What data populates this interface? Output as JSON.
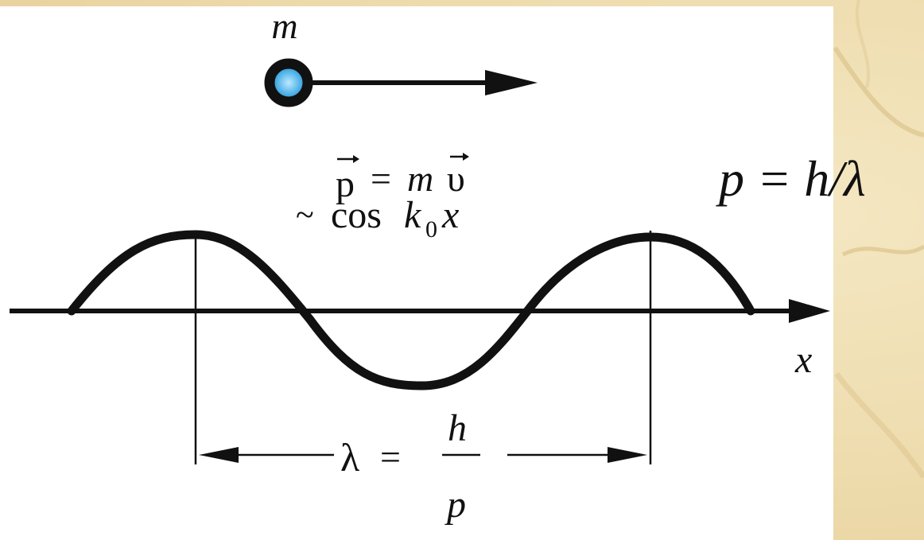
{
  "diagram": {
    "particle": {
      "mass_label": "m"
    },
    "momentum_label": {
      "p": "p",
      "eq": "=",
      "m": "m",
      "v": "υ"
    },
    "wave_label": {
      "tilde": "~",
      "cos": "cos",
      "k": "k",
      "sub": "0",
      "x": "x"
    },
    "axis_label": "x",
    "wavelength": {
      "lambda": "λ",
      "eq": "=",
      "num": "h",
      "den": "p"
    },
    "de_broglie_relation": "p = h/λ"
  },
  "colors": {
    "background": "#efdcae",
    "panel": "#ffffff",
    "ink": "#111111",
    "particle_fill": "#4fb3e8"
  }
}
